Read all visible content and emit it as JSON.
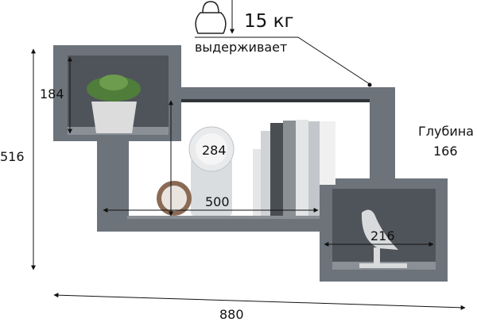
{
  "load": {
    "value": "15 кг",
    "caption": "выдерживает",
    "icon": "kettlebell-icon"
  },
  "dimensions": {
    "total_height": "516",
    "cube_height": "184",
    "middle_height": "284",
    "middle_width": "500",
    "cube_width": "216",
    "total_width": "880",
    "depth_label": "Глубина",
    "depth_value": "166"
  },
  "colors": {
    "shelf": "#6d737a",
    "shelf_dark": "#4f545a",
    "background": "#ffffff"
  }
}
